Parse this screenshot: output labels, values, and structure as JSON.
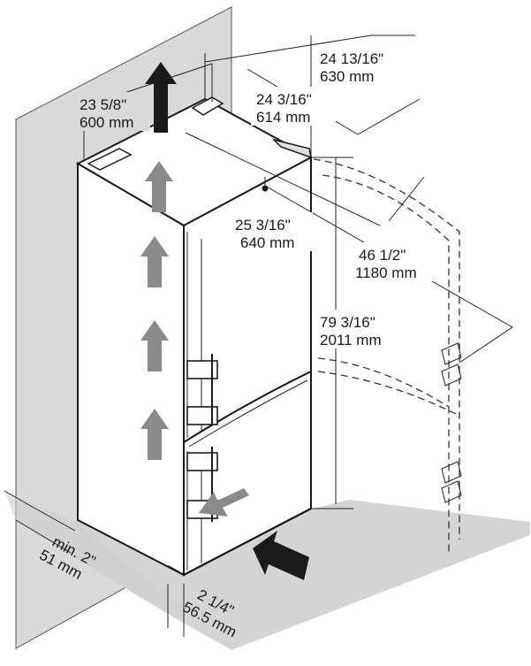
{
  "dimensions": {
    "top_depth_outer": {
      "value_in": "24 13/16\"",
      "value_mm": "630 mm"
    },
    "top_depth_inner": {
      "value_in": "24 3/16\"",
      "value_mm": "614 mm"
    },
    "width": {
      "value_in": "23 5/8\"",
      "value_mm": "600 mm"
    },
    "door_depth": {
      "value_in": "25 3/16\"",
      "value_mm": "640 mm"
    },
    "door_open": {
      "value_in": "46 1/2\"",
      "value_mm": "1180 mm"
    },
    "height": {
      "value_in": "79 3/16\"",
      "value_mm": "2011 mm"
    },
    "wall_gap": {
      "value_in": "min. 2\"",
      "value_mm": "51 mm"
    },
    "side_gap": {
      "value_in": "2 1/4\"",
      "value_mm": "56.5 mm"
    }
  },
  "colors": {
    "wall": "#d9d9d9",
    "floor": "#d4d4d4",
    "airflow_arrow": "#8a8a8a",
    "outline": "#1a1a1a"
  }
}
